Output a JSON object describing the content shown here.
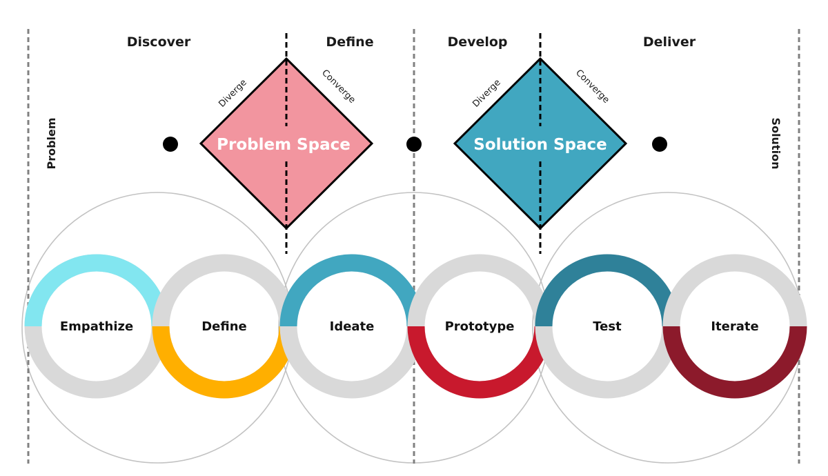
{
  "phases": [
    "Discover",
    "Define",
    "Develop",
    "Deliver"
  ],
  "endpoints": {
    "start": "Problem",
    "end": "Solution"
  },
  "diamonds": [
    {
      "label": "Problem Space",
      "diverge": "Diverge",
      "converge": "Converge",
      "fill": "#F2959F"
    },
    {
      "label": "Solution Space",
      "diverge": "Diverge",
      "converge": "Converge",
      "fill": "#41A7C0"
    }
  ],
  "stages": [
    {
      "label": "Empathize",
      "accent": "#82E6F0",
      "highlight": "top"
    },
    {
      "label": "Define",
      "accent": "#FFAF00",
      "highlight": "bottom"
    },
    {
      "label": "Ideate",
      "accent": "#41A7C0",
      "highlight": "top"
    },
    {
      "label": "Prototype",
      "accent": "#C8192D",
      "highlight": "bottom"
    },
    {
      "label": "Test",
      "accent": "#2F8199",
      "highlight": "top"
    },
    {
      "label": "Iterate",
      "accent": "#8C1A2B",
      "highlight": "bottom"
    }
  ],
  "colors": {
    "ring_base": "#D9D9D9",
    "guide_line": "#808080",
    "outline_circle": "#C2C2C2",
    "ink": "#000000"
  }
}
